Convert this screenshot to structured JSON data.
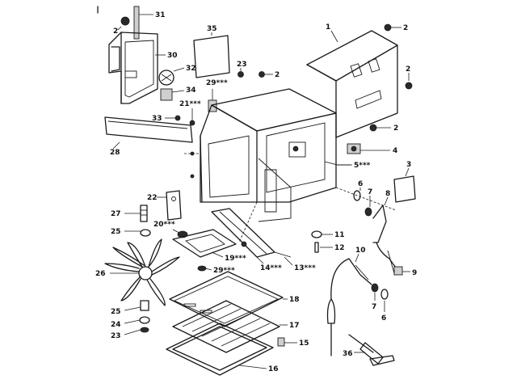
{
  "callouts": [
    {
      "id": "c31",
      "text": "31"
    },
    {
      "id": "c2a",
      "text": "2"
    },
    {
      "id": "c30",
      "text": "30"
    },
    {
      "id": "c35",
      "text": "35"
    },
    {
      "id": "c1",
      "text": "1"
    },
    {
      "id": "c2b",
      "text": "2"
    },
    {
      "id": "c32",
      "text": "32"
    },
    {
      "id": "c23a",
      "text": "23"
    },
    {
      "id": "c2c",
      "text": "2"
    },
    {
      "id": "c2d",
      "text": "2"
    },
    {
      "id": "c29a",
      "text": "29***"
    },
    {
      "id": "c34",
      "text": "34"
    },
    {
      "id": "c21",
      "text": "21***"
    },
    {
      "id": "c33",
      "text": "33"
    },
    {
      "id": "c2e",
      "text": "2"
    },
    {
      "id": "c28",
      "text": "28"
    },
    {
      "id": "c4",
      "text": "4"
    },
    {
      "id": "c5",
      "text": "5***"
    },
    {
      "id": "c3",
      "text": "3"
    },
    {
      "id": "c22",
      "text": "22"
    },
    {
      "id": "c6a",
      "text": "6"
    },
    {
      "id": "c7a",
      "text": "7"
    },
    {
      "id": "c8a",
      "text": "8"
    },
    {
      "id": "c27",
      "text": "27"
    },
    {
      "id": "c20",
      "text": "20***"
    },
    {
      "id": "c11",
      "text": "11"
    },
    {
      "id": "c25a",
      "text": "25"
    },
    {
      "id": "c12",
      "text": "12"
    },
    {
      "id": "c19",
      "text": "19***"
    },
    {
      "id": "c14",
      "text": "14***"
    },
    {
      "id": "c13",
      "text": "13***"
    },
    {
      "id": "c10",
      "text": "10"
    },
    {
      "id": "c26",
      "text": "26"
    },
    {
      "id": "c29b",
      "text": "29***"
    },
    {
      "id": "c9",
      "text": "9"
    },
    {
      "id": "c18",
      "text": "18"
    },
    {
      "id": "c7b",
      "text": "7"
    },
    {
      "id": "c6b",
      "text": "6"
    },
    {
      "id": "c25b",
      "text": "25"
    },
    {
      "id": "c24",
      "text": "24"
    },
    {
      "id": "c17",
      "text": "17"
    },
    {
      "id": "c23b",
      "text": "23"
    },
    {
      "id": "c15",
      "text": "15"
    },
    {
      "id": "c36",
      "text": "36"
    },
    {
      "id": "c16",
      "text": "16"
    }
  ]
}
